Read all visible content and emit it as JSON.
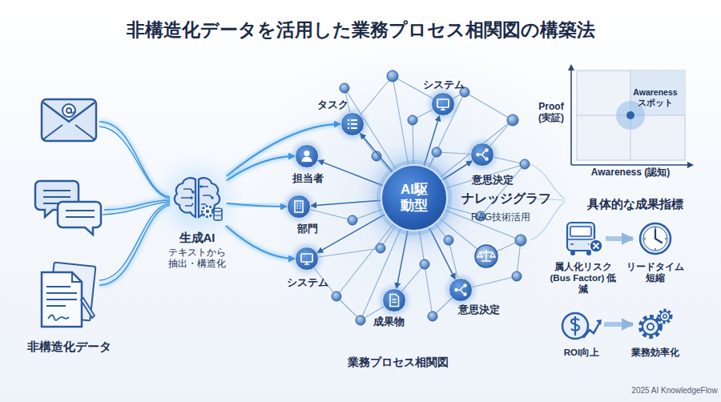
{
  "diagram": {
    "title": "非構造化データを活用した業務プロセス相関図の構築法",
    "nodes": [
      {
        "text": [
          "生成AI",
          "テキストから 抽出・構造化"
        ]
      },
      {
        "text": [
          "タスク"
        ]
      },
      {
        "text": [
          "システム"
        ]
      },
      {
        "text": [
          "担当者"
        ]
      },
      {
        "text": [
          "AI駆動型"
        ]
      },
      {
        "text": [
          "部門"
        ]
      },
      {
        "text": [
          "意思決定"
        ]
      },
      {
        "text": [
          "システム"
        ]
      },
      {
        "text": [
          "成果物"
        ]
      },
      {
        "text": [
          "意思決定"
        ]
      },
      {
        "text": [
          "属人化リスク (Bus Factor) 低減"
        ]
      },
      {
        "text": [
          "リードタイム 短縮"
        ]
      },
      {
        "text": [
          "ROI向上"
        ]
      },
      {
        "text": [
          "業務効率化"
        ]
      }
    ],
    "edges": [
      {
        "from": 0,
        "to": 1,
        "arrow": "to"
      },
      {
        "from": 0,
        "to": 3,
        "arrow": "to"
      },
      {
        "from": 0,
        "to": 5,
        "arrow": "to"
      },
      {
        "from": 0,
        "to": 7,
        "arrow": "to"
      },
      {
        "from": 4,
        "to": 1,
        "arrow": "to"
      },
      {
        "from": 4,
        "to": 2,
        "arrow": "to"
      },
      {
        "from": 4,
        "to": 3,
        "arrow": "to"
      },
      {
        "from": 4,
        "to": 5,
        "arrow": "to"
      },
      {
        "from": 4,
        "to": 6,
        "arrow": "to"
      },
      {
        "from": 4,
        "to": 7,
        "arrow": "to"
      },
      {
        "from": 4,
        "to": 8,
        "arrow": "to"
      },
      {
        "from": 4,
        "to": 9,
        "arrow": "to"
      },
      {
        "from": 10,
        "to": 11,
        "arrow": "to"
      },
      {
        "from": 12,
        "to": 13,
        "arrow": "to"
      }
    ],
    "labels": [
      "非構造化データ",
      "ナレッジグラフ",
      "RAG技術活用",
      "業務プロセス相関図",
      "Proof (実証)",
      "Awareness スポット",
      "Awareness (認知)",
      "具体的な成果指標",
      "2025 AI KnowledgeFlow"
    ]
  }
}
